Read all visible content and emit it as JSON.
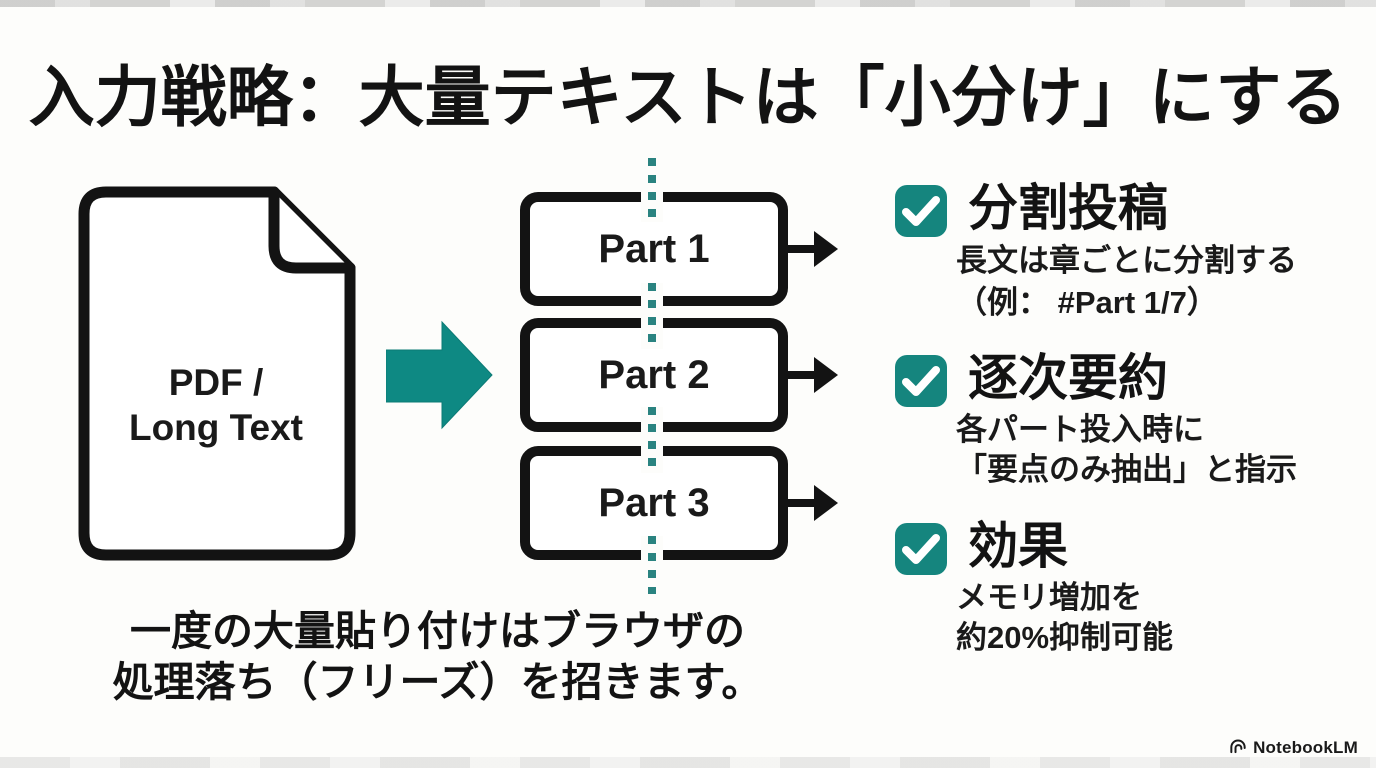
{
  "slide": {
    "title": "入力戦略：大量テキストは「小分け」にする",
    "document": {
      "label_line1": "PDF /",
      "label_line2": "Long Text"
    },
    "parts": [
      {
        "label": "Part 1"
      },
      {
        "label": "Part 2"
      },
      {
        "label": "Part 3"
      }
    ],
    "checklist": [
      {
        "heading": "分割投稿",
        "lines": [
          "長文は章ごとに分割する",
          "（例： #Part 1/7）"
        ]
      },
      {
        "heading": "逐次要約",
        "lines": [
          "各パート投入時に",
          "「要点のみ抽出」と指示"
        ]
      },
      {
        "heading": "効果",
        "lines": [
          "メモリ増加を",
          "約20%抑制可能"
        ]
      }
    ],
    "caption_line1": "一度の大量貼り付けはブラウザの",
    "caption_line2": "処理落ち（フリーズ）を招きます。",
    "logo_text": "NotebookLM",
    "colors": {
      "teal": "#0e8983",
      "check_teal": "#15857e",
      "ink": "#131313",
      "background": "#fdfdfb"
    }
  }
}
